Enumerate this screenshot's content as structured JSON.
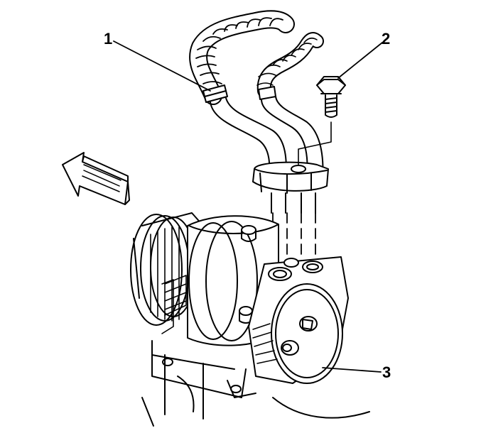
{
  "callouts": {
    "one": "1",
    "two": "2",
    "three": "3"
  },
  "colors": {
    "ink": "#000000",
    "paper": "#ffffff"
  },
  "icons": {
    "direction_arrow": "front-direction-arrow-icon"
  }
}
